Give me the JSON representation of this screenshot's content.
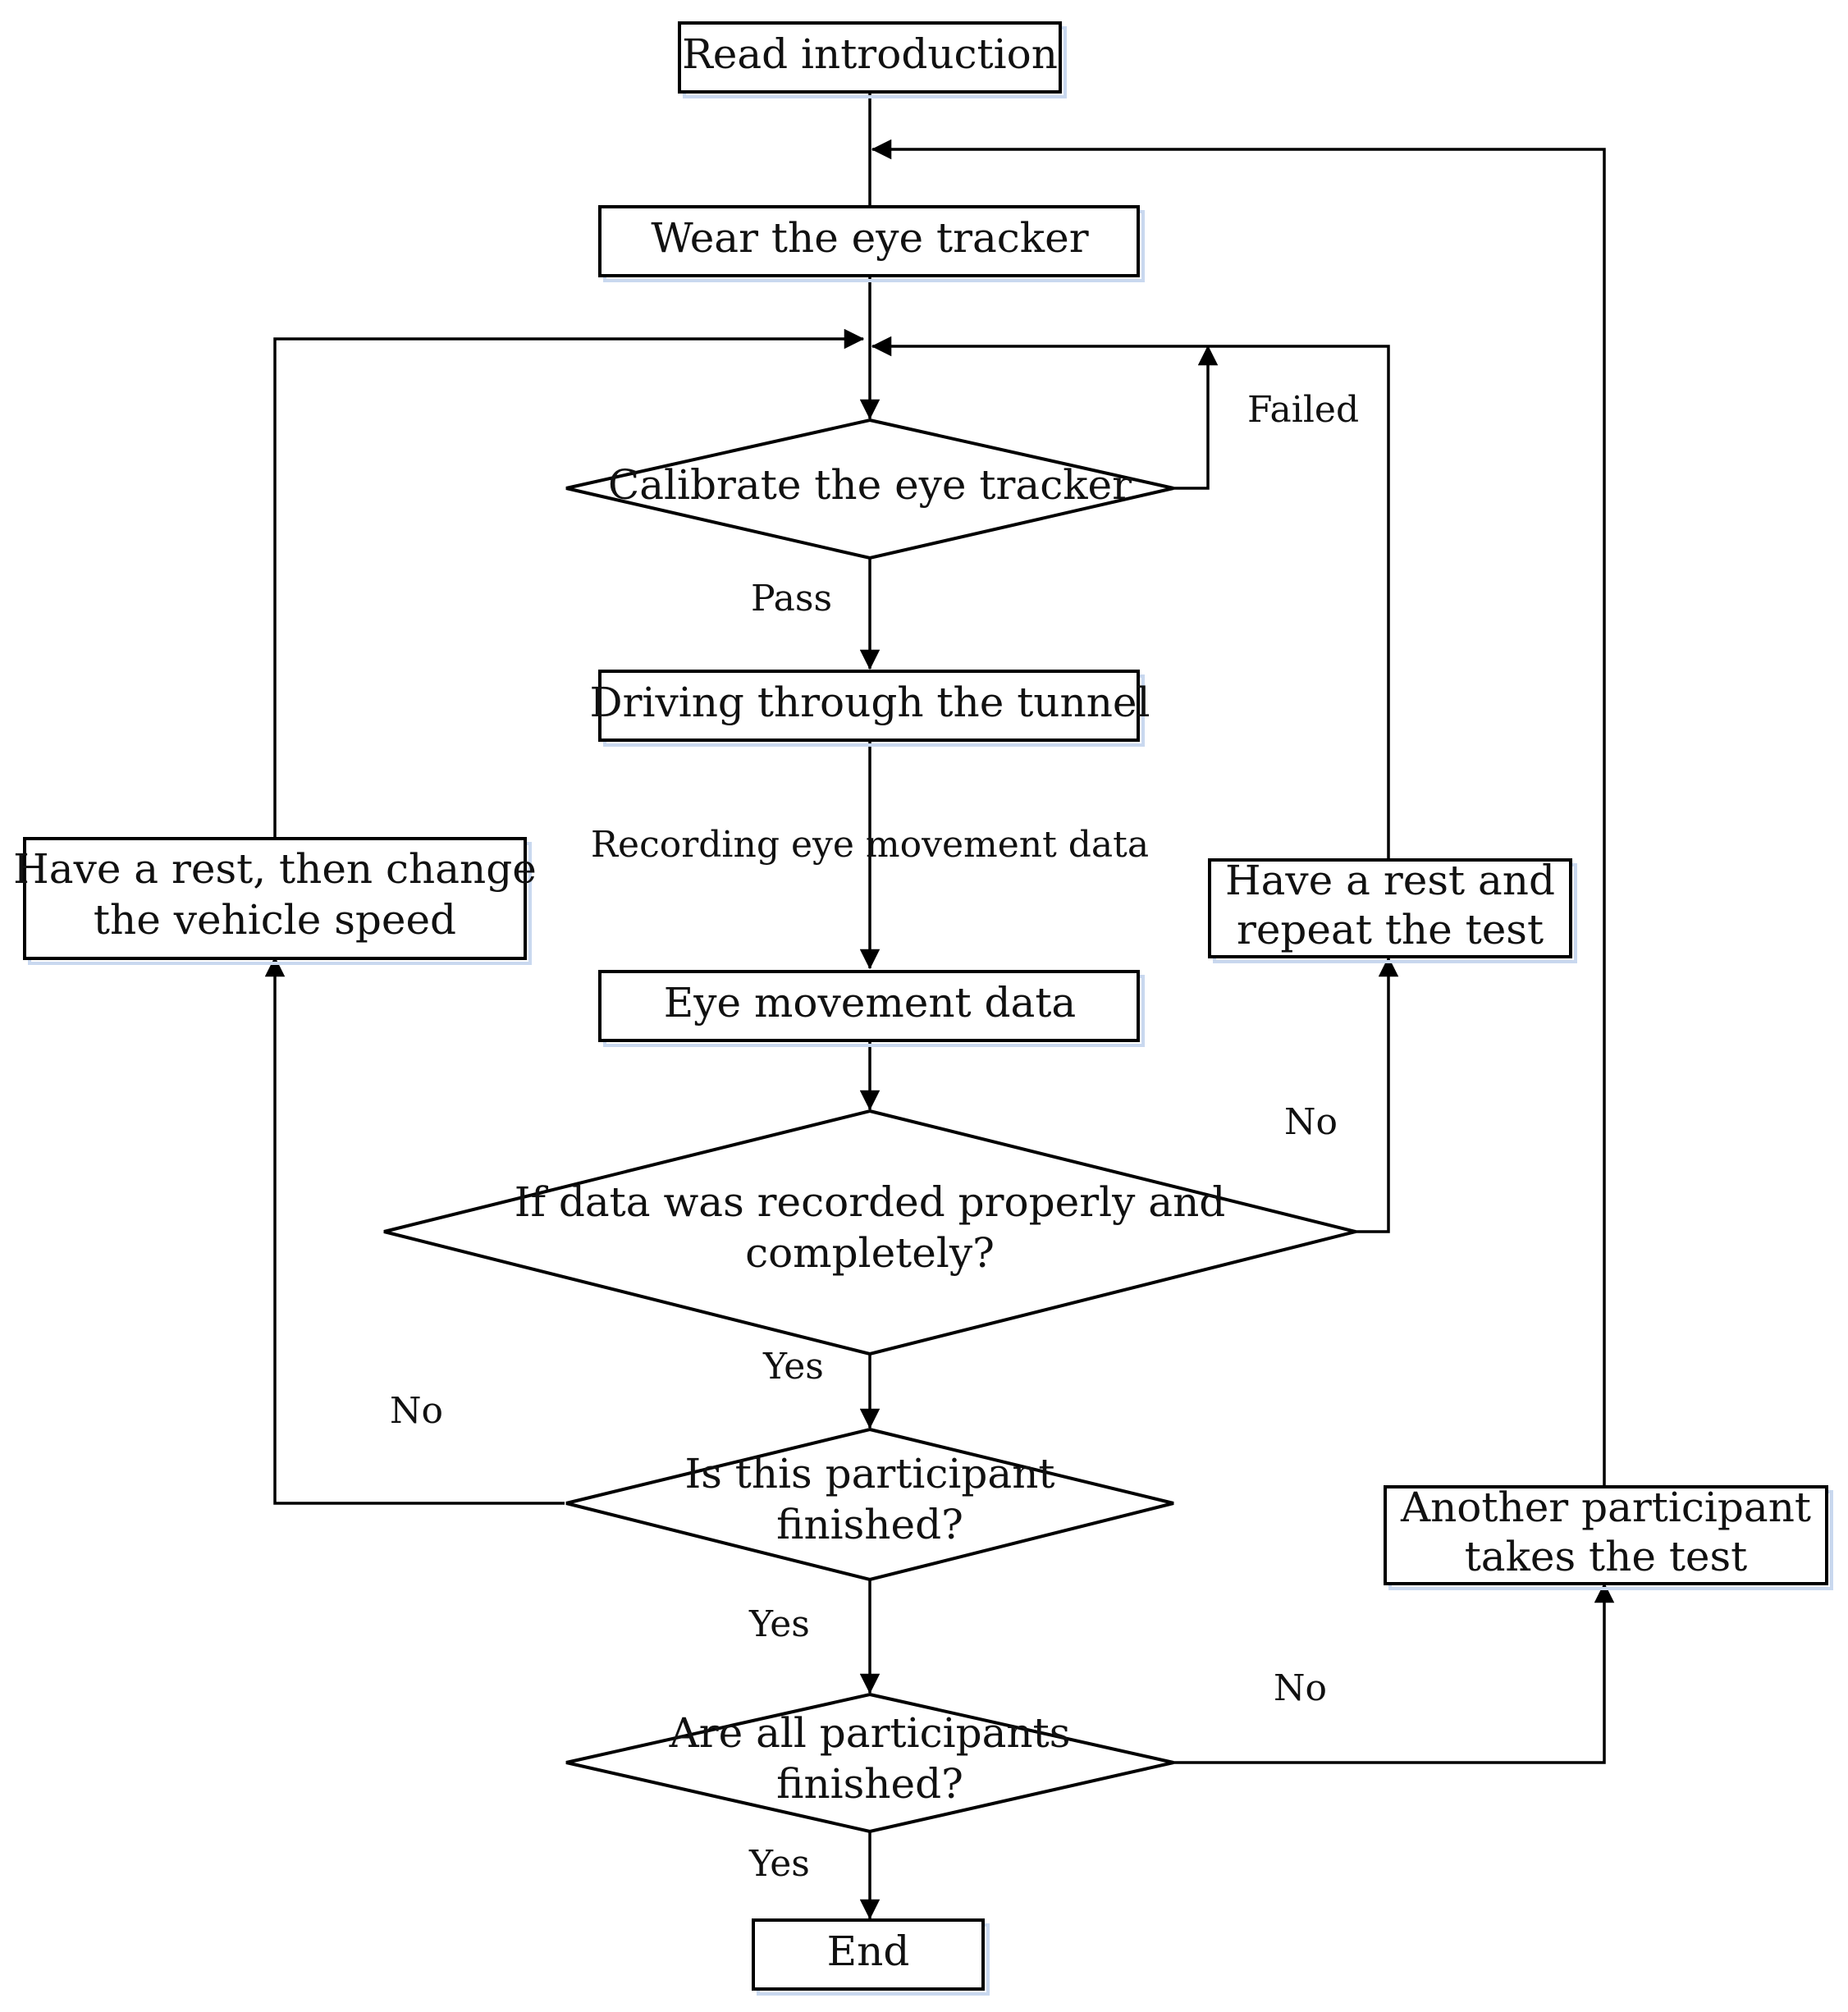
{
  "nodes": {
    "read_intro": {
      "lines": [
        "Read introduction"
      ]
    },
    "wear_tracker": {
      "lines": [
        "Wear the eye tracker"
      ]
    },
    "calibrate": {
      "lines": [
        "Calibrate the eye tracker"
      ]
    },
    "driving": {
      "lines": [
        "Driving through the tunnel"
      ]
    },
    "eye_data": {
      "lines": [
        "Eye movement data"
      ]
    },
    "data_check": {
      "lines": [
        "If data was recorded properly and",
        "completely?"
      ]
    },
    "participant_done": {
      "lines": [
        "Is this participant",
        "finished?"
      ]
    },
    "all_done": {
      "lines": [
        "Are all participants",
        "finished?"
      ]
    },
    "end": {
      "lines": [
        "End"
      ]
    },
    "rest_speed": {
      "lines": [
        "Have a rest, then change",
        "the vehicle speed"
      ]
    },
    "rest_repeat": {
      "lines": [
        "Have a rest and",
        "repeat the test"
      ]
    },
    "another": {
      "lines": [
        "Another participant",
        "takes the test"
      ]
    }
  },
  "edge_labels": {
    "failed": "Failed",
    "pass": "Pass",
    "recording": "Recording eye movement data",
    "no_data": "No",
    "yes_data": "Yes",
    "no_participant": "No",
    "yes_participant": "Yes",
    "no_all": "No",
    "yes_all": "Yes"
  }
}
